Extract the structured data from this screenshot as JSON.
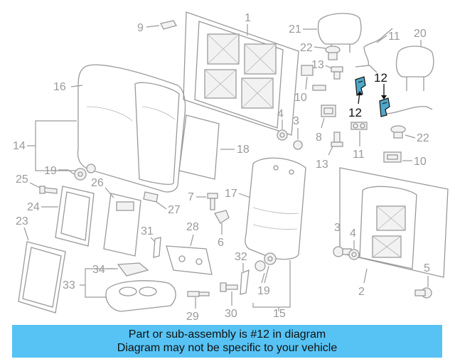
{
  "highlight_color": "#4fa8c8",
  "banner": {
    "background": "#57c3f4",
    "line1": "Part or sub-assembly is #12 in diagram",
    "line2": "Diagram may not be specific to your vehicle"
  },
  "callouts": {
    "c1": "1",
    "c2a": "2",
    "c3a": "3",
    "c3b": "3",
    "c4a": "4",
    "c4b": "4",
    "c5": "5",
    "c6": "6",
    "c7": "7",
    "c8": "8",
    "c9": "9",
    "c10a": "10",
    "c10b": "10",
    "c11a": "11",
    "c11b": "11",
    "c12a": "12",
    "c12b": "12",
    "c13a": "13",
    "c13b": "13",
    "c14": "14",
    "c15": "15",
    "c16": "16",
    "c17": "17",
    "c18": "18",
    "c19a": "19",
    "c19b": "19",
    "c20": "20",
    "c21": "21",
    "c22a": "22",
    "c22b": "22",
    "c23": "23",
    "c24": "24",
    "c25": "25",
    "c26": "26",
    "c27": "27",
    "c28": "28",
    "c29": "29",
    "c30": "30",
    "c31": "31",
    "c32": "32",
    "c33": "33",
    "c34": "34"
  }
}
